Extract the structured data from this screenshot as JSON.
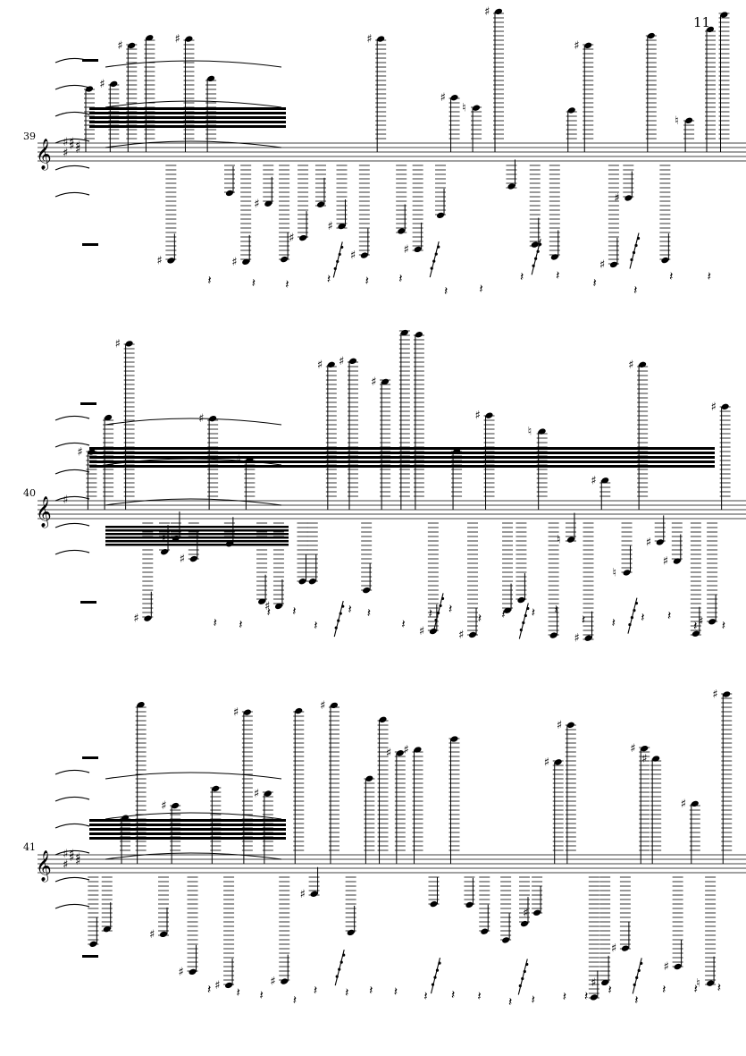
{
  "page": {
    "number": "11"
  },
  "systems": [
    {
      "measure_number": "39",
      "clef": "treble",
      "key_signature_sharps": 6,
      "accidental": "♯"
    },
    {
      "measure_number": "40",
      "clef": "treble",
      "key_signature_sharps": 1,
      "accidental": "♯"
    },
    {
      "measure_number": "41",
      "clef": "treble",
      "key_signature_sharps": 6,
      "accidental": "♯"
    }
  ],
  "glyphs": {
    "sharp": "♯",
    "natural": "♮",
    "rest": "𝄽",
    "clef": "𝄞"
  }
}
